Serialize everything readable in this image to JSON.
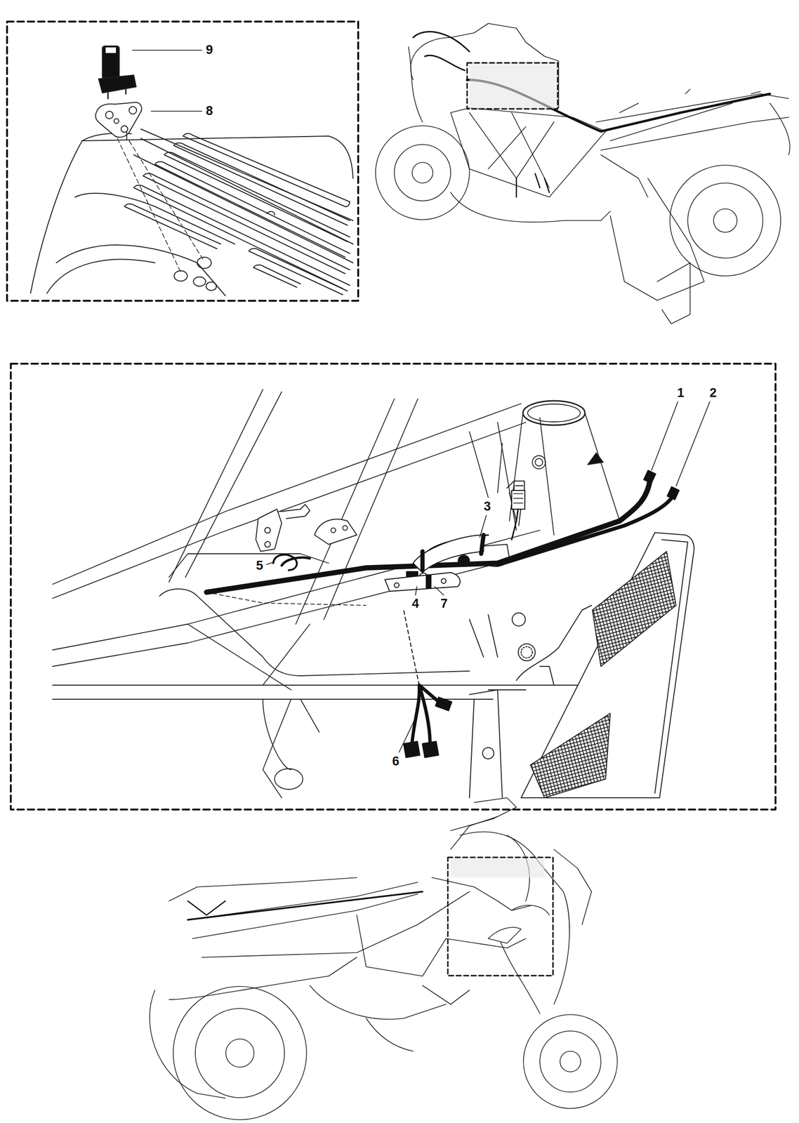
{
  "diagram": {
    "labels": [
      "9",
      "8",
      "1",
      "2",
      "3",
      "5",
      "4",
      "7",
      "6"
    ]
  }
}
